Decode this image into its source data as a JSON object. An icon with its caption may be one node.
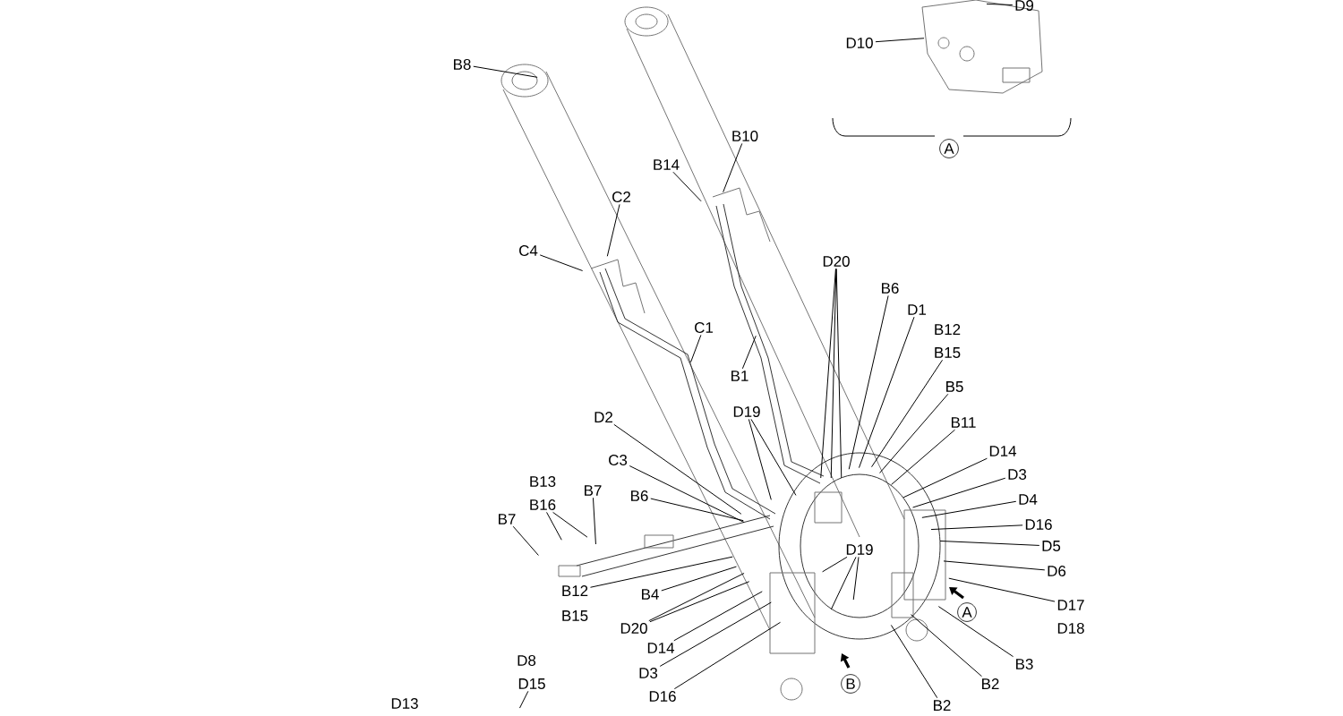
{
  "diagram": {
    "nodes": [
      {
        "text": [
          "D9"
        ]
      },
      {
        "text": [
          "D10"
        ]
      },
      {
        "text": [
          "B8"
        ]
      },
      {
        "text": [
          "B10"
        ]
      },
      {
        "text": [
          "B14"
        ]
      },
      {
        "text": [
          "C2"
        ]
      },
      {
        "text": [
          "C4"
        ]
      },
      {
        "text": [
          "D20"
        ]
      },
      {
        "text": [
          "B6"
        ]
      },
      {
        "text": [
          "D1"
        ]
      },
      {
        "text": [
          "B15"
        ]
      },
      {
        "text": [
          "C1"
        ]
      },
      {
        "text": [
          "B1"
        ]
      },
      {
        "text": [
          "B5"
        ]
      },
      {
        "text": [
          "D2"
        ]
      },
      {
        "text": [
          "D19"
        ]
      },
      {
        "text": [
          "B11"
        ]
      },
      {
        "text": [
          "D14"
        ]
      },
      {
        "text": [
          "C3"
        ]
      },
      {
        "text": [
          "D3"
        ]
      },
      {
        "text": [
          "B16"
        ]
      },
      {
        "text": [
          "B7"
        ]
      },
      {
        "text": [
          "B6"
        ]
      },
      {
        "text": [
          "D4"
        ]
      },
      {
        "text": [
          "B7"
        ]
      },
      {
        "text": [
          "D16"
        ]
      },
      {
        "text": [
          "D5"
        ]
      },
      {
        "text": [
          "D19"
        ]
      },
      {
        "text": [
          "D6"
        ]
      },
      {
        "text": [
          "B12"
        ]
      },
      {
        "text": [
          "B4"
        ]
      },
      {
        "text": [
          "D17"
        ]
      },
      {
        "text": [
          "D20"
        ]
      },
      {
        "text": [
          "D14"
        ]
      },
      {
        "text": [
          "D3"
        ]
      },
      {
        "text": [
          "B3"
        ]
      },
      {
        "text": [
          "D15"
        ]
      },
      {
        "text": [
          "B2"
        ]
      },
      {
        "text": [
          "D16"
        ]
      },
      {
        "text": [
          "B2"
        ]
      }
    ],
    "edges": [
      {
        "from": 0,
        "to": null,
        "arrow": "none"
      },
      {
        "from": 1,
        "to": null,
        "arrow": "none"
      },
      {
        "from": 2,
        "to": null,
        "arrow": "none"
      },
      {
        "from": 3,
        "to": null,
        "arrow": "none"
      },
      {
        "from": 4,
        "to": null,
        "arrow": "none"
      },
      {
        "from": 5,
        "to": null,
        "arrow": "none"
      },
      {
        "from": 6,
        "to": null,
        "arrow": "none"
      },
      {
        "from": 7,
        "to": null,
        "arrow": "none"
      },
      {
        "from": 7,
        "to": null,
        "arrow": "none"
      },
      {
        "from": 7,
        "to": null,
        "arrow": "none"
      },
      {
        "from": 8,
        "to": null,
        "arrow": "none"
      },
      {
        "from": 9,
        "to": null,
        "arrow": "none"
      },
      {
        "from": 10,
        "to": null,
        "arrow": "none"
      },
      {
        "from": 11,
        "to": null,
        "arrow": "none"
      },
      {
        "from": 12,
        "to": null,
        "arrow": "none"
      },
      {
        "from": 13,
        "to": null,
        "arrow": "none"
      },
      {
        "from": 14,
        "to": null,
        "arrow": "none"
      },
      {
        "from": 15,
        "to": null,
        "arrow": "none"
      },
      {
        "from": 15,
        "to": null,
        "arrow": "none"
      },
      {
        "from": 16,
        "to": null,
        "arrow": "none"
      },
      {
        "from": 17,
        "to": null,
        "arrow": "none"
      },
      {
        "from": 18,
        "to": null,
        "arrow": "none"
      },
      {
        "from": 19,
        "to": null,
        "arrow": "none"
      },
      {
        "from": 20,
        "to": null,
        "arrow": "none"
      },
      {
        "from": 20,
        "to": null,
        "arrow": "none"
      },
      {
        "from": 21,
        "to": null,
        "arrow": "none"
      },
      {
        "from": 22,
        "to": null,
        "arrow": "none"
      },
      {
        "from": 23,
        "to": null,
        "arrow": "none"
      },
      {
        "from": 24,
        "to": null,
        "arrow": "none"
      },
      {
        "from": 25,
        "to": null,
        "arrow": "none"
      },
      {
        "from": 26,
        "to": null,
        "arrow": "none"
      },
      {
        "from": 27,
        "to": null,
        "arrow": "none"
      },
      {
        "from": 27,
        "to": null,
        "arrow": "none"
      },
      {
        "from": 27,
        "to": null,
        "arrow": "none"
      },
      {
        "from": 28,
        "to": null,
        "arrow": "none"
      },
      {
        "from": 29,
        "to": null,
        "arrow": "none"
      },
      {
        "from": 30,
        "to": null,
        "arrow": "none"
      },
      {
        "from": 31,
        "to": null,
        "arrow": "none"
      },
      {
        "from": 32,
        "to": null,
        "arrow": "none"
      },
      {
        "from": 32,
        "to": null,
        "arrow": "none"
      },
      {
        "from": 33,
        "to": null,
        "arrow": "none"
      },
      {
        "from": 34,
        "to": null,
        "arrow": "none"
      },
      {
        "from": 35,
        "to": null,
        "arrow": "none"
      },
      {
        "from": 36,
        "to": null,
        "arrow": "none"
      },
      {
        "from": 37,
        "to": null,
        "arrow": "none"
      },
      {
        "from": 38,
        "to": null,
        "arrow": "none"
      },
      {
        "from": 39,
        "to": null,
        "arrow": "none"
      }
    ],
    "labels": [
      "A",
      "B12",
      "B13",
      "D18",
      "B15",
      "D8",
      "A",
      "B",
      "D13"
    ]
  }
}
